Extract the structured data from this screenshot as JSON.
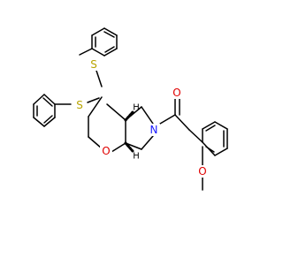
{
  "molecule": {
    "atoms": {
      "s_upper": "S",
      "s_lower": "S",
      "o_ring": "O",
      "n_ring": "N",
      "o_carbonyl": "O",
      "o_methoxy": "O",
      "h_upper": "H",
      "h_lower": "H"
    },
    "colors": {
      "bond": "#000000",
      "sulfur": "#b8a400",
      "oxygen": "#e00000",
      "nitrogen": "#1a1aff",
      "background": "#ffffff"
    }
  }
}
